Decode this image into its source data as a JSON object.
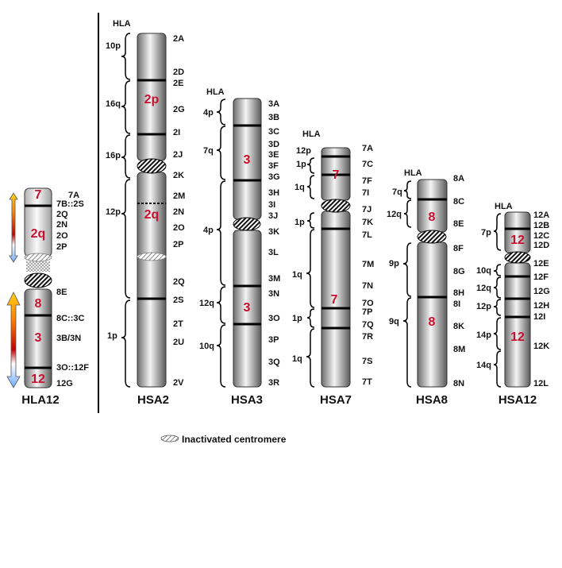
{
  "legend": {
    "label": "Inactivated centromere"
  },
  "colors": {
    "chromosome_number": "#c8102e",
    "band": "#000000"
  },
  "karyotype": {
    "hla12": {
      "name": "HLA12",
      "chrom": [
        "7",
        "2q",
        "8",
        "3",
        "12"
      ],
      "right": [
        "7A",
        "7B::2S",
        "2Q",
        "2N",
        "2O",
        "2P",
        "8E",
        "8C::3C",
        "3B/3N",
        "3O::12F",
        "12G"
      ]
    },
    "hsa2": {
      "name": "HSA2",
      "hla": "HLA",
      "chrom": [
        "2p",
        "2q"
      ],
      "left": [
        "10p",
        "16q",
        "16p",
        "12p",
        "1p"
      ],
      "right": [
        "2A",
        "2D",
        "2E",
        "2G",
        "2I",
        "2J",
        "2K",
        "2M",
        "2N",
        "2O",
        "2P",
        "2Q",
        "2S",
        "2T",
        "2U",
        "2V"
      ]
    },
    "hsa3": {
      "name": "HSA3",
      "hla": "HLA",
      "chrom": [
        "3",
        "3"
      ],
      "left": [
        "4p",
        "7q",
        "4p",
        "12q",
        "10q"
      ],
      "right": [
        "3A",
        "3B",
        "3C",
        "3D",
        "3E",
        "3F",
        "3G",
        "3H",
        "3I",
        "3J",
        "3K",
        "3L",
        "3M",
        "3N",
        "3O",
        "3P",
        "3Q",
        "3R"
      ]
    },
    "hsa7": {
      "name": "HSA7",
      "hla": "HLA",
      "chrom": [
        "7",
        "7"
      ],
      "left": [
        "12p",
        "1p",
        "1q",
        "1p",
        "1q",
        "1p",
        "1q"
      ],
      "right": [
        "7A",
        "7C",
        "7F",
        "7I",
        "7J",
        "7K",
        "7L",
        "7M",
        "7N",
        "7O",
        "7P",
        "7Q",
        "7R",
        "7S",
        "7T"
      ]
    },
    "hsa8": {
      "name": "HSA8",
      "hla": "HLA",
      "chrom": [
        "8",
        "8"
      ],
      "left": [
        "7q",
        "12q",
        "9p",
        "9q"
      ],
      "right": [
        "8A",
        "8C",
        "8E",
        "8F",
        "8G",
        "8H",
        "8I",
        "8K",
        "8M",
        "8N"
      ]
    },
    "hsa12": {
      "name": "HSA12",
      "hla": "HLA",
      "chrom": [
        "12",
        "12"
      ],
      "left": [
        "7p",
        "10q",
        "12q",
        "12p",
        "14p",
        "14q"
      ],
      "right": [
        "12A",
        "12B",
        "12C",
        "12D",
        "12E",
        "12F",
        "12G",
        "12H",
        "12I",
        "12K",
        "12L"
      ]
    }
  }
}
